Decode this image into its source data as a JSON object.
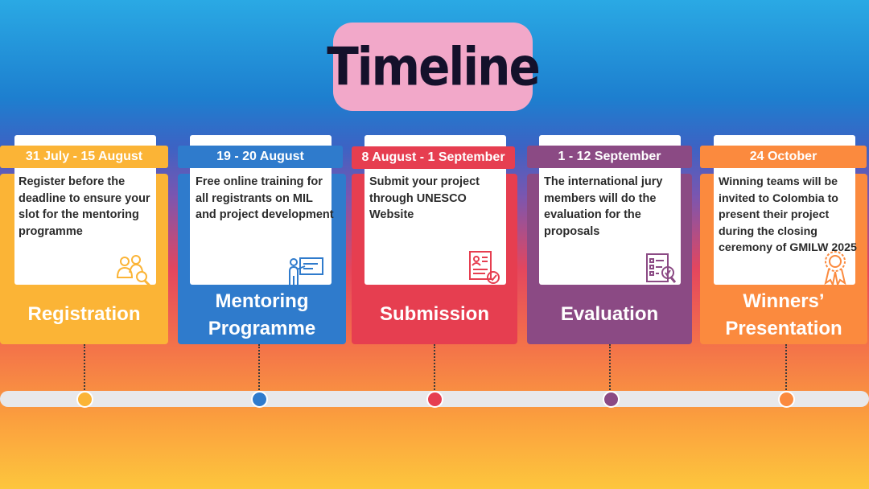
{
  "title": "Timeline",
  "phases": [
    {
      "date": "31 July - 15 August",
      "description": "Register before the deadline to ensure your slot for the mentoring programme",
      "name": "Registration",
      "color": "#fbb436",
      "icon": "people-search-icon"
    },
    {
      "date": "19 - 20 August",
      "description": "Free online training for all registrants on MIL and project development",
      "name": "Mentoring Programme",
      "color": "#2f7bcc",
      "icon": "presentation-board-icon"
    },
    {
      "date": "8 August - 1 September",
      "description": "Submit your project through UNESCO Website",
      "name": "Submission",
      "color": "#e63e50",
      "icon": "document-approved-icon"
    },
    {
      "date": "1 - 12 September",
      "description": "The international jury members will do the evaluation for the proposals",
      "name": "Evaluation",
      "color": "#8b4a84",
      "icon": "checklist-review-icon"
    },
    {
      "date": "24 October",
      "description": "Winning teams will be invited to Colombia to present their project during the closing ceremony of GMILW 2025",
      "name": "Winners’ Presentation",
      "color": "#fb8a3e",
      "icon": "award-rosette-icon"
    }
  ]
}
